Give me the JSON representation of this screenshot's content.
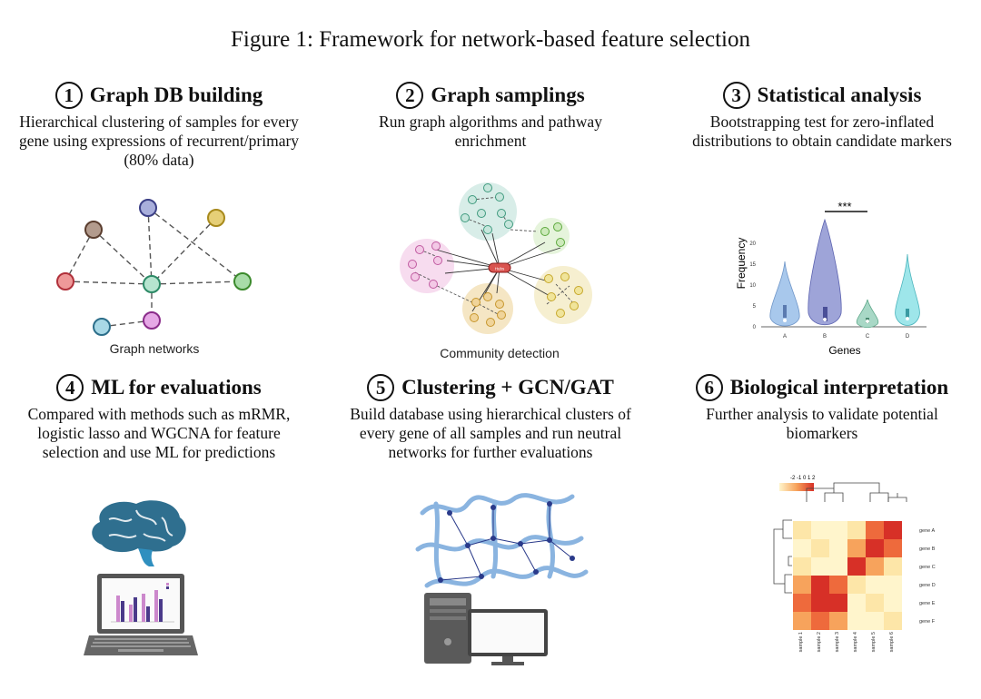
{
  "title": "Figure 1: Framework for network-based feature selection",
  "panels": [
    {
      "num": "1",
      "heading": "Graph DB building",
      "desc": "Hierarchical clustering of samples for every gene using expressions of recurrent/primary (80% data)"
    },
    {
      "num": "2",
      "heading": "Graph samplings",
      "desc": "Run graph algorithms and pathway enrichment"
    },
    {
      "num": "3",
      "heading": "Statistical analysis",
      "desc": "Bootstrapping test for zero-inflated distributions to obtain candidate markers"
    },
    {
      "num": "4",
      "heading": "ML for evaluations",
      "desc": "Compared with methods such as mRMR, logistic lasso and WGCNA for feature selection and use ML for predictions"
    },
    {
      "num": "5",
      "heading": "Clustering + GCN/GAT",
      "desc": "Build database using hierarchical clusters of every gene of all samples and run neutral networks for further evaluations"
    },
    {
      "num": "6",
      "heading": "Biological interpretation",
      "desc": "Further analysis to validate potential biomarkers"
    }
  ],
  "captions": {
    "graph": "Graph networks",
    "community": "Community detection",
    "hub": "Hubs"
  },
  "violin": {
    "significance": "***",
    "ylabel": "Frequency",
    "xlabel": "Genes",
    "yticks": [
      "0",
      "5",
      "10",
      "15",
      "20"
    ],
    "genes": [
      "A",
      "B",
      "C",
      "D"
    ]
  },
  "heatmap": {
    "scale": "-2 -1 0 1 2",
    "genes": [
      "gene A",
      "gene B",
      "gene C",
      "gene D",
      "gene E",
      "gene F"
    ],
    "samples": [
      "sample 1",
      "sample 2",
      "sample 3",
      "sample 4",
      "sample 5",
      "sample 6"
    ]
  },
  "colors": {
    "node_purple": "#a8aedb",
    "node_brown": "#b39b8d",
    "node_yellow": "#e6cf77",
    "node_red": "#ee9999",
    "node_green": "#a8dca8",
    "node_blue": "#a8d8e6",
    "node_violet": "#e6a8e6",
    "brain": "#2f6f8f",
    "heat_high": "#d73027",
    "heat_low": "#fff5cc"
  }
}
